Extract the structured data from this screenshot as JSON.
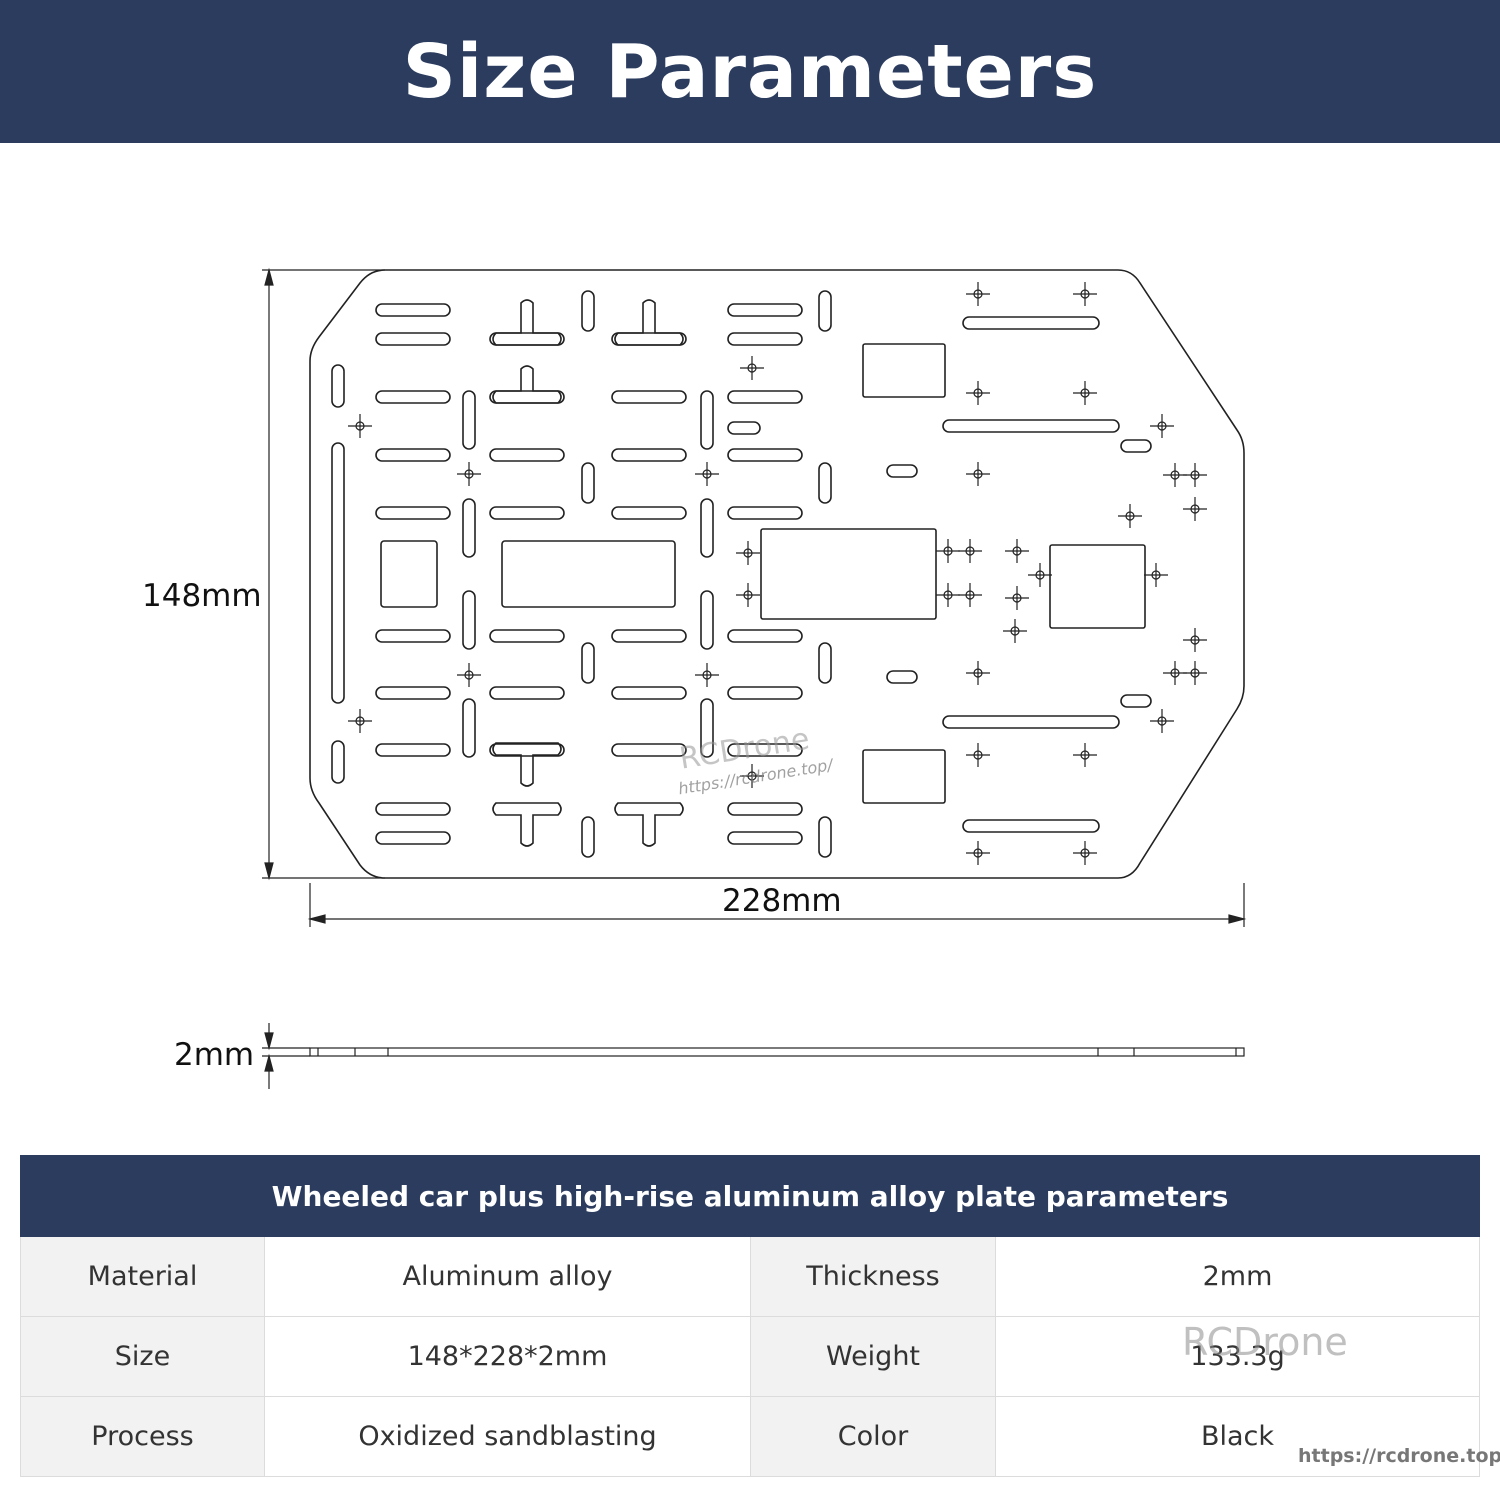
{
  "header": {
    "title": "Size Parameters"
  },
  "drawing": {
    "height_label": "148mm",
    "width_label": "228mm",
    "thickness_label": "2mm",
    "watermark_brand": "RCDrone",
    "watermark_url": "https://rcdrone.top/",
    "line_color": "#222222"
  },
  "table": {
    "title": "Wheeled car plus high-rise aluminum alloy plate parameters",
    "rows": [
      {
        "label1": "Material",
        "value1": "Aluminum alloy",
        "label2": "Thickness",
        "value2": "2mm"
      },
      {
        "label1": "Size",
        "value1": "148*228*2mm",
        "label2": "Weight",
        "value2": "133.3g"
      },
      {
        "label1": "Process",
        "value1": "Oxidized sandblasting",
        "label2": "Color",
        "value2": "Black"
      }
    ]
  },
  "watermarks": {
    "brand": "RCDrone",
    "url": "https://rcdrone.top/"
  },
  "colors": {
    "header_bg": "#2b3c5f",
    "label_bg": "#f2f2f2",
    "border": "#dcdcdc"
  }
}
